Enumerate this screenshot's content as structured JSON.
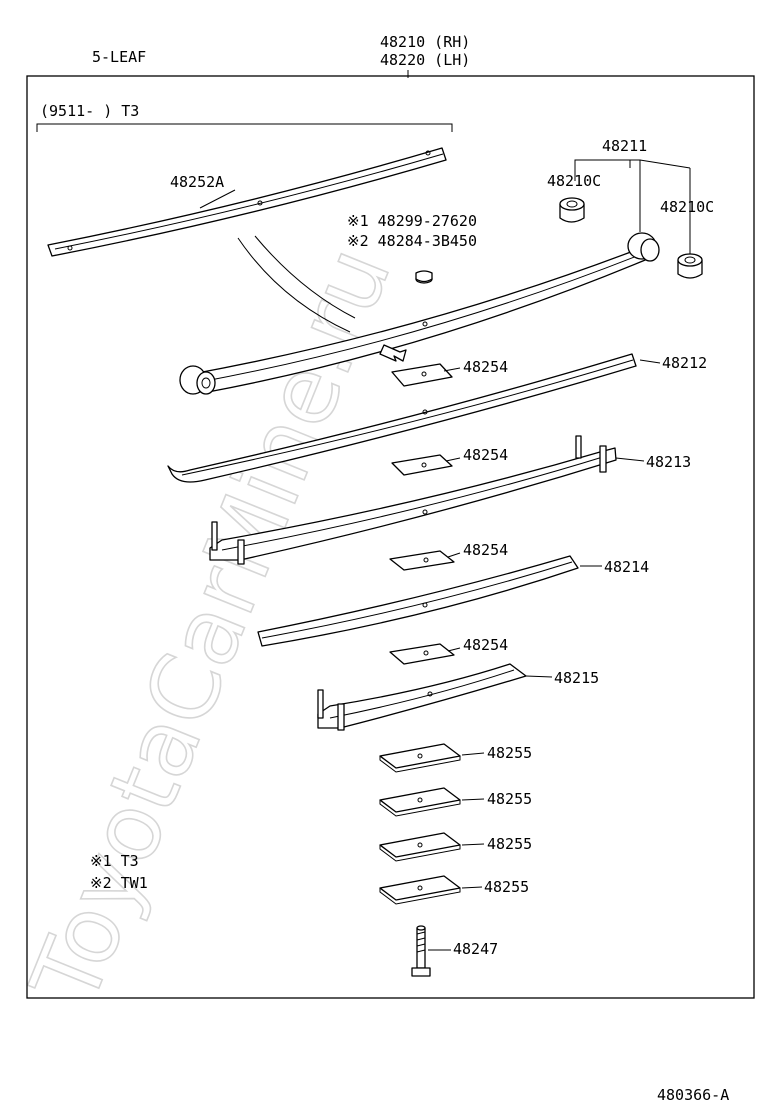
{
  "header": {
    "leaf_count": "5-LEAF",
    "assembly_rh": "48210 (RH)",
    "assembly_lh": "48220 (LH)",
    "production_range": "(9511-      ) T3"
  },
  "parts": {
    "leaf_top": "48252A",
    "bushing_group": "48211",
    "bushing_left": "48210C",
    "bushing_right": "48210C",
    "note_part_1": "※1 48299-27620",
    "note_part_2": "※2 48284-3B450",
    "leaf_main": "48212",
    "leaf_2": "48213",
    "leaf_3": "48214",
    "leaf_4": "48215",
    "liner_1": "48254",
    "liner_2": "48254",
    "liner_3": "48254",
    "liner_4": "48254",
    "spacer_1": "48255",
    "spacer_2": "48255",
    "spacer_3": "48255",
    "spacer_4": "48255",
    "center_bolt": "48247"
  },
  "legend": {
    "note_1": "※1 T3",
    "note_2": "※2 TW1"
  },
  "footer": {
    "illustration_code": "480366-A"
  },
  "watermark": "ToyotaCarMine.ru"
}
